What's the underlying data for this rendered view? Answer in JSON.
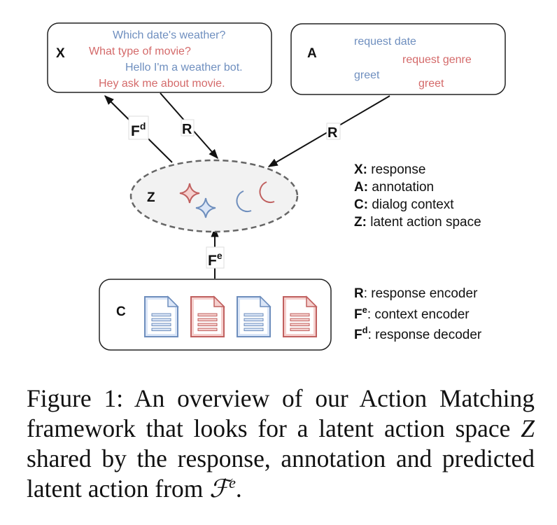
{
  "colors": {
    "blue_text": "#6f8fbf",
    "red_text": "#d46a6a",
    "blue_stroke": "#6e8ebd",
    "blue_fill": "#dbe6f7",
    "red_stroke": "#c0605f",
    "red_fill": "#f5d0ce",
    "z_fill": "#f2f2f2",
    "z_stroke": "#666666"
  },
  "boxes": {
    "x": {
      "label": "X",
      "lines": [
        {
          "text": "Which date's weather?",
          "color": "blue"
        },
        {
          "text": "What type of movie?",
          "color": "red"
        },
        {
          "text": "Hello I'm a weather bot.",
          "color": "blue"
        },
        {
          "text": "Hey ask me about movie.",
          "color": "red"
        }
      ]
    },
    "a": {
      "label": "A",
      "lines": [
        {
          "text": "request date",
          "color": "blue"
        },
        {
          "text": "request genre",
          "color": "red"
        },
        {
          "text": "greet",
          "color": "blue"
        },
        {
          "text": "greet",
          "color": "red"
        }
      ]
    },
    "z": {
      "label": "Z"
    },
    "c": {
      "label": "C",
      "documents": [
        "blue",
        "red",
        "blue",
        "red"
      ]
    }
  },
  "edges": {
    "fd": {
      "base": "F",
      "sup": "d"
    },
    "r_x": {
      "label": "R"
    },
    "r_a": {
      "label": "R"
    },
    "fe": {
      "base": "F",
      "sup": "e"
    }
  },
  "legend_top": [
    {
      "key": "X:",
      "value": " response"
    },
    {
      "key": "A:",
      "value": " annotation"
    },
    {
      "key": "C:",
      "value": " dialog context"
    },
    {
      "key": "Z:",
      "value": " latent action space"
    }
  ],
  "legend_bottom": [
    {
      "key": "R",
      "sup": "",
      "value": ": response encoder"
    },
    {
      "key": "F",
      "sup": "e",
      "value": ": context encoder"
    },
    {
      "key": "F",
      "sup": "d",
      "value": ": response decoder"
    }
  ],
  "caption": {
    "line1": "Figure 1:  An overview of our Action Matching",
    "line2": "framework that looks for a latent action space ",
    "line2_var": "Z",
    "line3": "shared by the response, annotation and predicted",
    "line4": "latent action from ",
    "line4_sym": "ℱ",
    "line4_sup": "e",
    "line4_end": "."
  }
}
